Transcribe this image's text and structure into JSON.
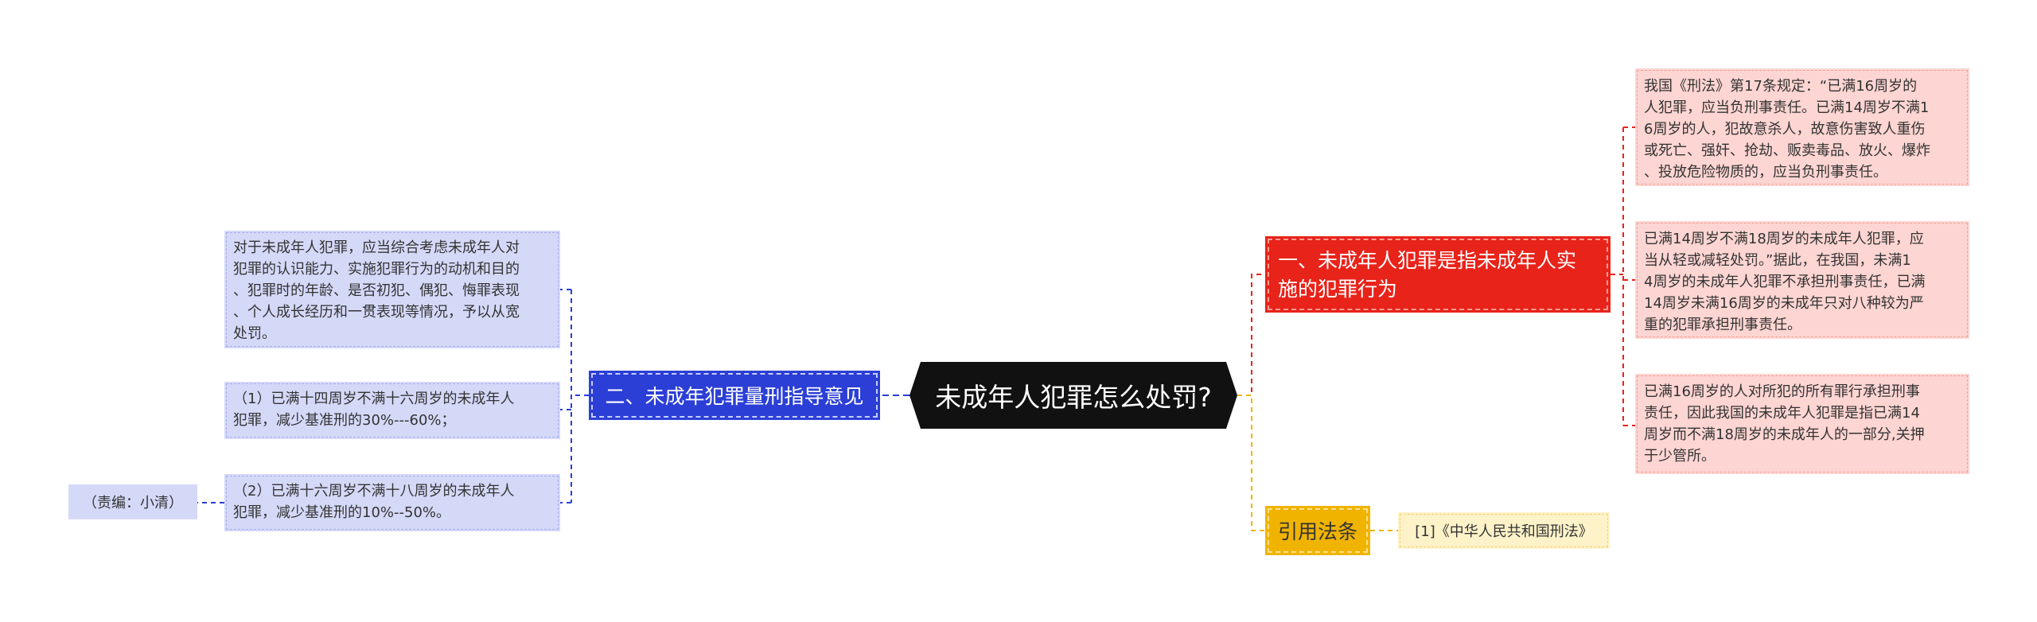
{
  "root": {
    "label": "未成年人犯罪怎么处罚?"
  },
  "left_branch": {
    "label": "二、未成年犯罪量刑指导意见",
    "color": "#2b3fd6",
    "children": [
      "对于未成年人犯罪，应当综合考虑未成年人对\n犯罪的认识能力、实施犯罪行为的动机和目的\n、犯罪时的年龄、是否初犯、偶犯、悔罪表现\n、个人成长经历和一贯表现等情况，予以从宽\n处罚。",
      "（1）已满十四周岁不满十六周岁的未成年人\n犯罪，减少基准刑的30%---60%；",
      "（2）已满十六周岁不满十八周岁的未成年人\n犯罪，减少基准刑的10%--50%。"
    ],
    "note": "（责编：小清）"
  },
  "right_branches": [
    {
      "label": "一、未成年人犯罪是指未成年人实\n施的犯罪行为",
      "color": "#e8231a",
      "children": [
        "我国《刑法》第17条规定：“已满16周岁的\n人犯罪，应当负刑事责任。已满14周岁不满1\n6周岁的人，犯故意杀人，故意伤害致人重伤\n或死亡、强奸、抢劫、贩卖毒品、放火、爆炸\n、投放危险物质的，应当负刑事责任。",
        "已满14周岁不满18周岁的未成年人犯罪，应\n当从轻或减轻处罚。”据此，在我国，未满1\n4周岁的未成年人犯罪不承担刑事责任，已满\n14周岁未满16周岁的未成年只对八种较为严\n重的犯罪承担刑事责任。",
        "已满16周岁的人对所犯的所有罪行承担刑事\n责任，因此我国的未成年人犯罪是指已满14\n周岁而不满18周岁的未成年人的一部分,关押\n于少管所。"
      ]
    },
    {
      "label": "引用法条",
      "color": "#f0b400",
      "children": [
        "[1]《中华人民共和国刑法》"
      ]
    }
  ]
}
